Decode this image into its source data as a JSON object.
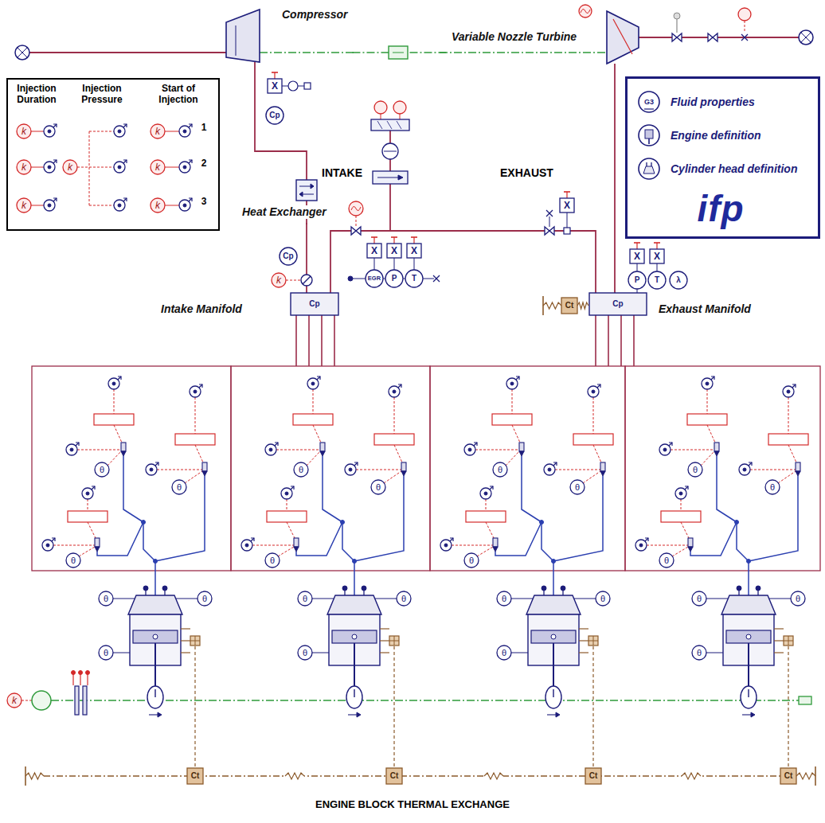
{
  "diagram": {
    "nodes": [
      {
        "text": [
          "Compressor"
        ]
      },
      {
        "text": [
          "Variable Nozzle Turbine"
        ]
      },
      {
        "text": [
          "Heat Exchanger"
        ]
      },
      {
        "text": [
          "Intake Manifold"
        ]
      },
      {
        "text": [
          "Exhaust Manifold"
        ]
      },
      {
        "text": [
          "Injection Duration",
          "Injection Pressure",
          "Start of Injection",
          "1",
          "2",
          "3"
        ]
      }
    ],
    "edges": [
      {
        "from": 0,
        "to": 2,
        "arrow": "none"
      },
      {
        "from": 2,
        "to": 3,
        "arrow": "none"
      },
      {
        "from": 4,
        "to": 1,
        "arrow": "none"
      },
      {
        "from": 0,
        "to": 1,
        "arrow": "none"
      },
      {
        "from": 4,
        "to": 3,
        "arrow": "none"
      }
    ],
    "labels": [
      "INTAKE",
      "EXHAUST",
      "ENGINE BLOCK THERMAL EXCHANGE",
      "ifp",
      "G3",
      "k",
      "k",
      "k",
      "k",
      "k",
      "k",
      "k",
      "k",
      "k",
      "Cp",
      "Cp",
      "Cp",
      "Cp",
      "Ct",
      "Ct",
      "Ct",
      "Ct",
      "Ct",
      "X",
      "X",
      "X",
      "X",
      "X",
      "X",
      "X",
      "EGR",
      "P",
      "T",
      "P",
      "T",
      "λ",
      "θ",
      "θ",
      "θ",
      "θ",
      "θ",
      "θ",
      "θ",
      "θ",
      "θ",
      "θ",
      "θ",
      "θ",
      "θ",
      "θ",
      "θ",
      "θ",
      "θ",
      "θ",
      "θ",
      "θ",
      "θ",
      "θ",
      "θ",
      "θ"
    ],
    "legend": [
      {
        "text": "Fluid properties"
      },
      {
        "text": "Engine definition"
      },
      {
        "text": "Cylinder head definition"
      }
    ]
  }
}
